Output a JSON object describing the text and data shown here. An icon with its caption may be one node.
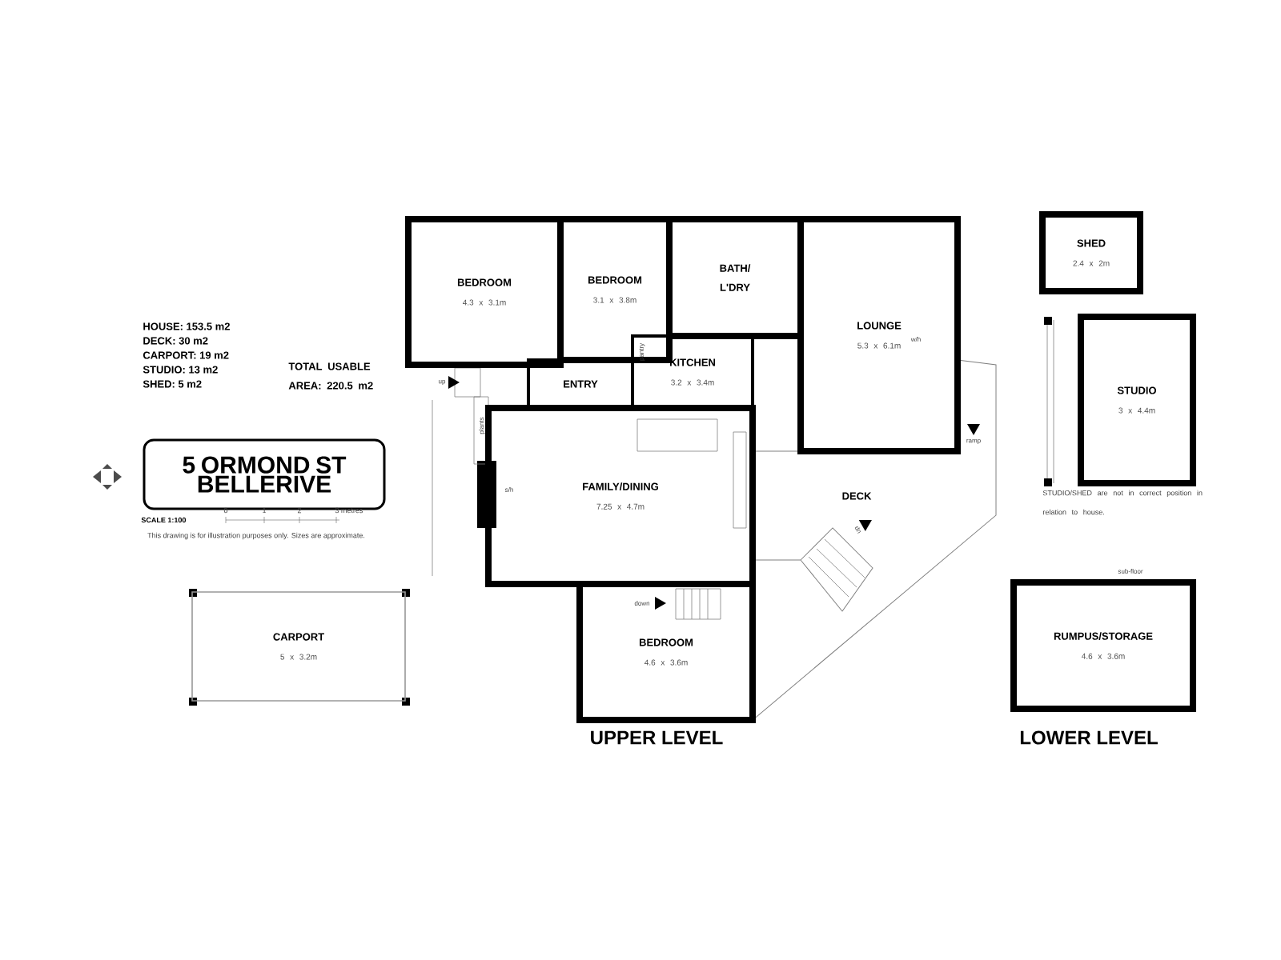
{
  "diagram": {
    "nodes": [
      {
        "text": [
          "5 ORMOND ST BELLERIVE"
        ]
      },
      {
        "text": [
          "BEDROOM",
          "4.3 x 3.1m"
        ]
      },
      {
        "text": [
          "BEDROOM",
          "3.1 x 3.8m"
        ]
      },
      {
        "text": [
          "BATH/ L'DRY"
        ]
      },
      {
        "text": [
          "LOUNGE",
          "5.3 x 6.1m"
        ]
      },
      {
        "text": [
          "ENTRY"
        ]
      },
      {
        "text": [
          "KITCHEN",
          "3.2 x 3.4m"
        ]
      },
      {
        "text": [
          "FAMILY/DINING",
          "7.25 x 4.7m"
        ]
      },
      {
        "text": [
          "DECK"
        ]
      },
      {
        "text": [
          "BEDROOM",
          "4.6 x 3.6m"
        ]
      },
      {
        "text": [
          "CARPORT",
          "5 x 3.2m"
        ]
      },
      {
        "text": [
          "SHED",
          "2.4 x 2m"
        ]
      },
      {
        "text": [
          "STUDIO",
          "3 x 4.4m"
        ]
      },
      {
        "text": [
          "RUMPUS/STORAGE",
          "4.6 x 3.6m"
        ]
      }
    ],
    "labels": [
      "HOUSE: 153.5 m2",
      "DECK: 30 m2",
      "CARPORT: 19 m2",
      "STUDIO: 13 m2",
      "SHED: 5 m2",
      "TOTAL USABLE AREA: 220.5 m2",
      "SCALE 1:100",
      "0",
      "1",
      "2",
      "3 metres",
      "This drawing is for illustration purposes only. Sizes are approximate.",
      "up",
      "plants",
      "pantry",
      "w/h",
      "ramp",
      "s/h",
      "dn",
      "down",
      "STUDIO/SHED are not in correct position in relation to house.",
      "sub-floor",
      "UPPER LEVEL",
      "LOWER LEVEL"
    ]
  }
}
